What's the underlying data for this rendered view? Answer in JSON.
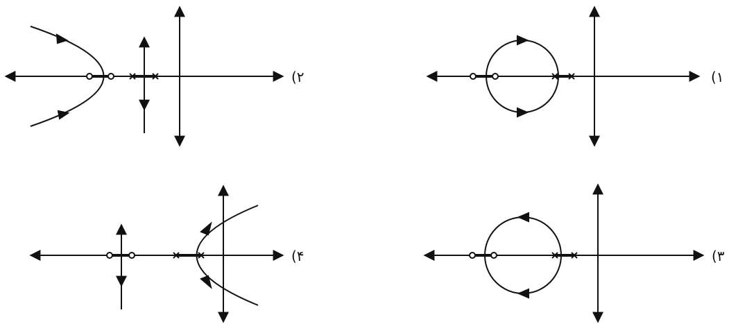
{
  "options": [
    {
      "id": "opt-1",
      "label": "(۱"
    },
    {
      "id": "opt-2",
      "label": "(۲"
    },
    {
      "id": "opt-3",
      "label": "(۳"
    },
    {
      "id": "opt-4",
      "label": "(۴"
    }
  ],
  "colors": {
    "ink": "#111111",
    "background": "#ffffff"
  }
}
